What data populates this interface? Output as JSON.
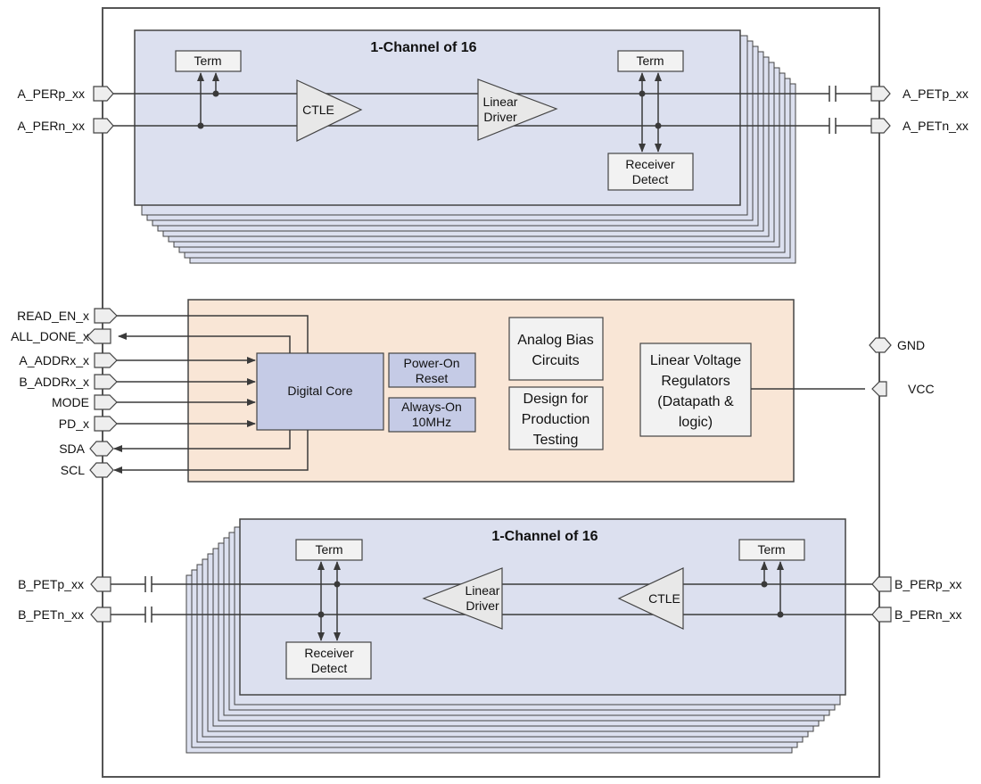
{
  "colors": {
    "channel_fill": "#dce0ef",
    "digital_fill": "#f9e6d6",
    "core_fill": "#c5cbe6",
    "block_fill": "#f2f2f2",
    "line": "#3a3a3a",
    "outline": "#555555"
  },
  "top_channel": {
    "title": "1-Channel of 16",
    "term_left": "Term",
    "term_right": "Term",
    "ctle": "CTLE",
    "driver": [
      "Linear",
      "Driver"
    ],
    "receiver_detect": [
      "Receiver",
      "Detect"
    ],
    "pins_left": [
      "A_PERp_xx",
      "A_PERn_xx"
    ],
    "pins_right": [
      "A_PETp_xx",
      "A_PETn_xx"
    ]
  },
  "bottom_channel": {
    "title": "1-Channel of 16",
    "term_left": "Term",
    "term_right": "Term",
    "ctle": "CTLE",
    "driver": [
      "Linear",
      "Driver"
    ],
    "receiver_detect": [
      "Receiver",
      "Detect"
    ],
    "pins_left": [
      "B_PETp_xx",
      "B_PETn_xx"
    ],
    "pins_right": [
      "B_PERp_xx",
      "B_PERn_xx"
    ]
  },
  "control": {
    "pins": [
      "READ_EN_x",
      "ALL_DONE_x",
      "A_ADDRx_x",
      "B_ADDRx_x",
      "MODE",
      "PD_x",
      "SDA",
      "SCL"
    ],
    "digital_core": "Digital Core",
    "power_on_reset": [
      "Power-On",
      "Reset"
    ],
    "always_on": [
      "Always-On",
      "10MHz"
    ],
    "analog_bias": [
      "Analog Bias",
      "Circuits"
    ],
    "dfp": [
      "Design for",
      "Production",
      "Testing"
    ],
    "regulators": [
      "Linear Voltage",
      "Regulators",
      "(Datapath &",
      "logic)"
    ],
    "gnd": "GND",
    "vcc": "VCC"
  }
}
